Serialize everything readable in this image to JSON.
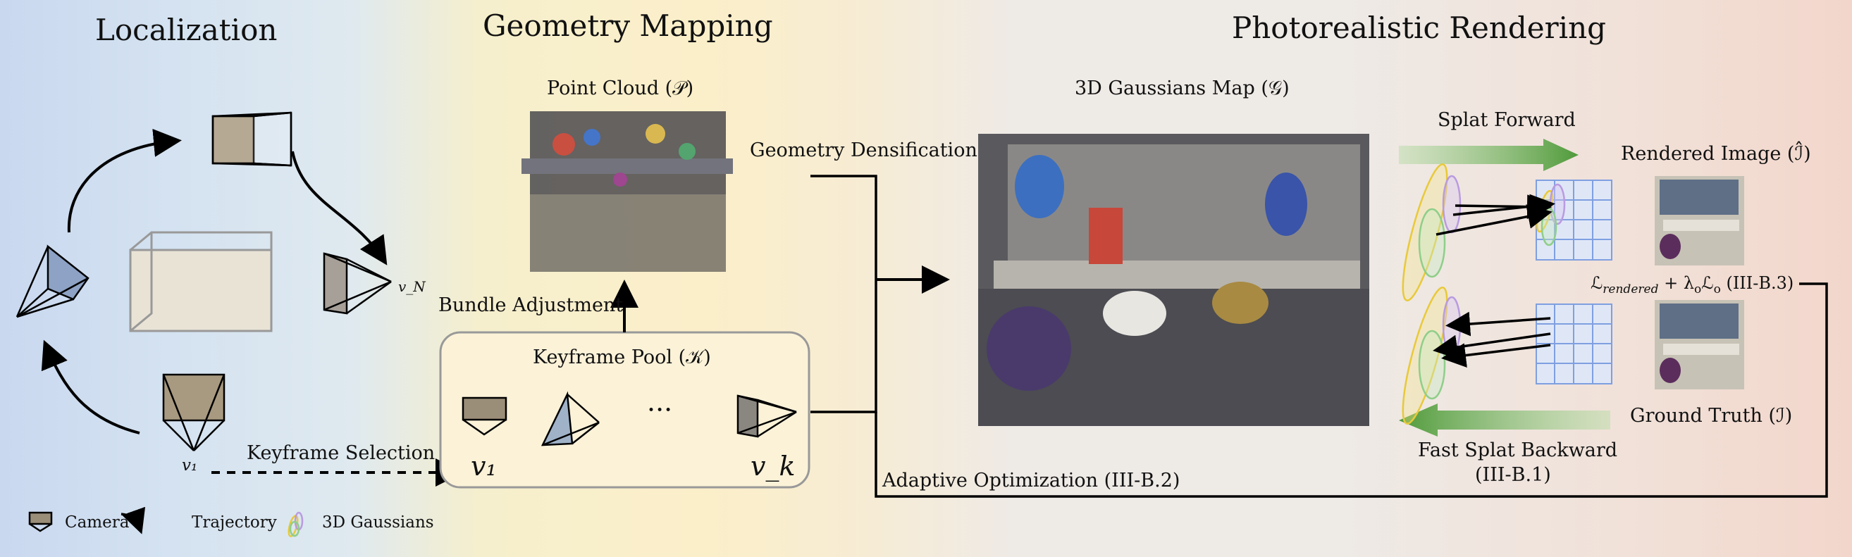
{
  "sections": {
    "localization": "Localization",
    "geometry_mapping": "Geometry Mapping",
    "rendering": "Photorealistic Rendering"
  },
  "labels": {
    "point_cloud": "Point Cloud (𝒫)",
    "gaussians_map": "3D Gaussians Map (𝒢)",
    "geometry_densification": "Geometry Densification",
    "bundle_adjustment": "Bundle Adjustment",
    "keyframe_pool": "Keyframe Pool (𝒦)",
    "keyframe_selection": "Keyframe Selection",
    "adaptive_optimization": "Adaptive Optimization (III-B.2)",
    "splat_forward": "Splat Forward",
    "rendered_image": "Rendered Image (ℐ̂)",
    "loss": "ℒ_rendered + λ_o ℒ_o (III-B.3)",
    "loss_main": "ℒ",
    "loss_sub1": "rendered",
    "loss_mid": " + λ",
    "loss_sub2": "o",
    "loss_l": "ℒ",
    "loss_sub3": "o",
    "loss_ref": " (III-B.3)",
    "ground_truth": "Ground Truth (ℐ)",
    "fast_splat_backward": "Fast Splat Backward",
    "fast_splat_ref": "(III-B.1)",
    "v1_small": "v₁",
    "vN_small": "v_N",
    "v1_pool": "v₁",
    "vk_pool": "v_k",
    "ellipsis": "···"
  },
  "legend": {
    "camera": "Camera",
    "trajectory": "Trajectory",
    "gaussians": "3D Gaussians"
  },
  "colors": {
    "yellow_gaussian": "#f2d45a",
    "purple_gaussian": "#b99be0",
    "green_gaussian": "#8fce8a",
    "grid": "#7f9fe0",
    "arrow_green": "#4f9a3a"
  }
}
